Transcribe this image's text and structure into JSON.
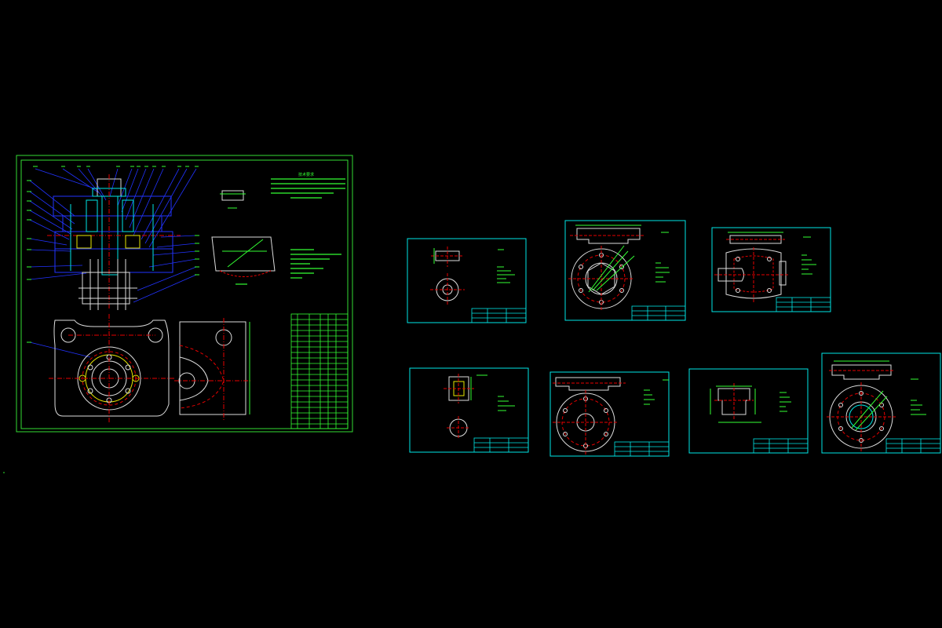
{
  "colors": {
    "background": "#000000",
    "frame_cyan": "#00e6e6",
    "frame_green": "#33dd33",
    "line_green": "#22cc22",
    "line_yellow": "#e6e600",
    "line_red": "#e60000",
    "leader_blue": "#2233ff",
    "part_white": "#dddddd",
    "text_green": "#33ff33"
  },
  "assembly_sheet": {
    "note_heading": "技术要求",
    "note_text": "",
    "section_label": "",
    "title_block_label": ""
  },
  "detail_sheets": [
    {
      "id": "detail-1"
    },
    {
      "id": "detail-2"
    },
    {
      "id": "detail-3"
    },
    {
      "id": "detail-4"
    },
    {
      "id": "detail-5"
    },
    {
      "id": "detail-6"
    },
    {
      "id": "detail-7"
    }
  ]
}
